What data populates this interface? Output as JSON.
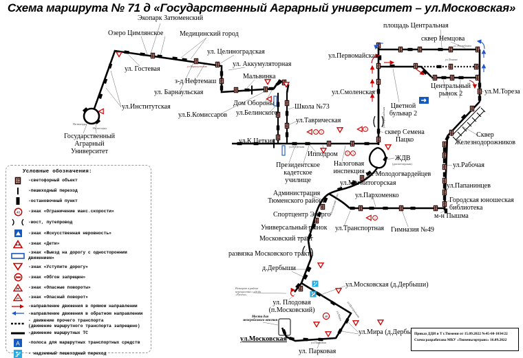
{
  "title": "Схема маршрута № 71 д «Государственный Аграрный университет – ул.Московская»",
  "legend": {
    "title": "Условные обозначения:",
    "items": [
      {
        "icon": "traffic-light-icon",
        "label": "-светофорный объект"
      },
      {
        "icon": "pedestrian-crossing-icon",
        "label": "-пешеходный переход"
      },
      {
        "icon": "stop-point-icon",
        "label": "-остановочный пункт"
      },
      {
        "icon": "speed-limit-icon",
        "label": "-знак «Ограничение макс.скорости»"
      },
      {
        "icon": "bridge-icon",
        "label": "-мост, путепровод"
      },
      {
        "icon": "speed-bump-icon",
        "label": "-знак «Искусственная неровность»"
      },
      {
        "icon": "children-icon",
        "label": "-знак «Дети»"
      },
      {
        "icon": "one-way-exit-icon",
        "label": "-знак «Выезд на дорогу с односторонним движением»"
      },
      {
        "icon": "yield-icon",
        "label": "-знак «Уступите дорогу»"
      },
      {
        "icon": "no-overtaking-icon",
        "label": "-знак «Обгон запрещен»"
      },
      {
        "icon": "dangerous-turns-icon",
        "label": "-знак «Опасные повороты»"
      },
      {
        "icon": "dangerous-turn-icon",
        "label": "-знак «Опасный поворот»"
      },
      {
        "icon": "forward-direction-icon",
        "label": "-направление движения в прямом направлении"
      },
      {
        "icon": "reverse-direction-icon",
        "label": "-направление движения в обратном направлении"
      },
      {
        "icon": "other-traffic-icon",
        "label": "- движение прочего транспорта\n(движение маршрутного транспорта запрещено)"
      },
      {
        "icon": "route-traffic-icon",
        "label": "-движение маршрутных ТС"
      },
      {
        "icon": "bus-lane-icon",
        "label": "-полоса для маршрутных транспортных средств"
      },
      {
        "icon": "elevated-crossing-icon",
        "label": "- надземный пешеходный переход"
      }
    ]
  },
  "stamp": {
    "line1": "Приказ ДДИ и Т г.Тюмени от 15.09.2022 №45-60-1034/22",
    "line2": "Схема разработана МКУ «Тюменьгортранс» 16.09.2022"
  },
  "signs": {
    "s40": "40",
    "n1": "1",
    "n2": "2",
    "n3": "3",
    "n5": "5"
  },
  "colors": {
    "route": "#000000",
    "forward_arrow": "#cc0000",
    "reverse_arrow": "#2255cc",
    "sign_red": "#cc0000",
    "sign_blue": "#1558c0",
    "overpass_cyan": "#29abe2"
  },
  "labels": {
    "ekopark": "Экопарк Затюменский",
    "ozero": "Озеро Цимлянское",
    "medgorod": "Медицинский город",
    "celinogradskaya": "ул. Целиноградская",
    "gostevaya": "ул. Гостевая",
    "akkumulyatornaya": "ул. Аккумуляторная",
    "neftemash": "з-д Нефтемаш",
    "malvinka": "Мальвинка",
    "barnaulskaya": "ул. Барнаульская",
    "barnaulskaya_small": "ул.Барнаульская",
    "institutskaya": "ул.Институтская",
    "dom_oborony": "Дом Обороны",
    "belinskogo": "ул.Белинского",
    "b_komissarov": "ул.Б.Комиссаров",
    "shkola73": "Школа №73",
    "tavricheskaya": "ул.Таврическая",
    "k_tsetkin": "ул.К.Цеткин",
    "k_tsetkin_small": "ул.К.Цеткин",
    "university": "Государственный\nАграрный\nУниверситет",
    "na_vysadku": "На высадку",
    "na_posadku": "На посадку",
    "kadetskoe": "Президентское\nкадетское\nучилище",
    "ippodrom": "Ипподром",
    "nalogovaya": "Налоговая\nинспекция",
    "skver_patsko": "сквер Семена\nПацко",
    "zhdv": "ЖДВ",
    "zhdv_sub": "(диспетчерская)",
    "molodogvardeytsev": "ул. Молодогвардейцев",
    "magnitogorskaya": "ул.Магнитогорская",
    "parhomenko": "ул.Пархоменко",
    "administratsiya": "Администрация\nТюменского района",
    "sportcentr": "Спортцентр Энерго",
    "univermarket": "Универсальный рынок",
    "transportnaya": "ул.Транспортная",
    "mosk_trakt": "Московский тракт",
    "trakt_vert": "Московский тракт",
    "gimnaziya49": "Гимназия №49",
    "razvyazka": "развязка Московского тракта",
    "derbyshi": "д.Дербыши",
    "moskovskaya_derb": "ул.Московская (д.Дербыши)",
    "plodovaya": "ул. Плодовая\n(п.Московский)",
    "mira": "ул.Мира (д.Дербыши)",
    "parkovaya": "ул. Парковая",
    "moskovskaya_term": "ул.Московская",
    "mesta_otstoya": "Места для\nмежрейсового отстоя",
    "razvorot_note": "Разворот в районе\nперекрестка с а/д до\n«Русичи»",
    "skver_zheleznodorozhnikov": "Сквер\nЖелезнодорожников",
    "rabochaya": "ул.Рабочая",
    "papanintsev": "ул.Папанинцев",
    "biblioteka": "Городская юношеская\nбиблиотека",
    "pyshma": "м-н Пышма",
    "ploshchad_centralnaya": "площадь Центральная",
    "skver_nemtsova": "сквер Немцова",
    "pervomayskaya": "ул.Первомайская",
    "pervomayskaya_vert": "ул.Первомайская",
    "smolenskaya": "ул.Смоленская",
    "tsvetnoy": "Цветной\nбульвар 2",
    "centralny_rynok": "Центральный\nрынок 2",
    "m_toreza": "ул.М.Тореза",
    "respubliki_small": "ул. Республики",
    "lenina_small": "ул.Ленина",
    "mosk_small": "ул.Московская",
    "centr_small": "ул.Центральная",
    "mira_small": "ул.Мира",
    "park_small": "ул.Парковая"
  }
}
